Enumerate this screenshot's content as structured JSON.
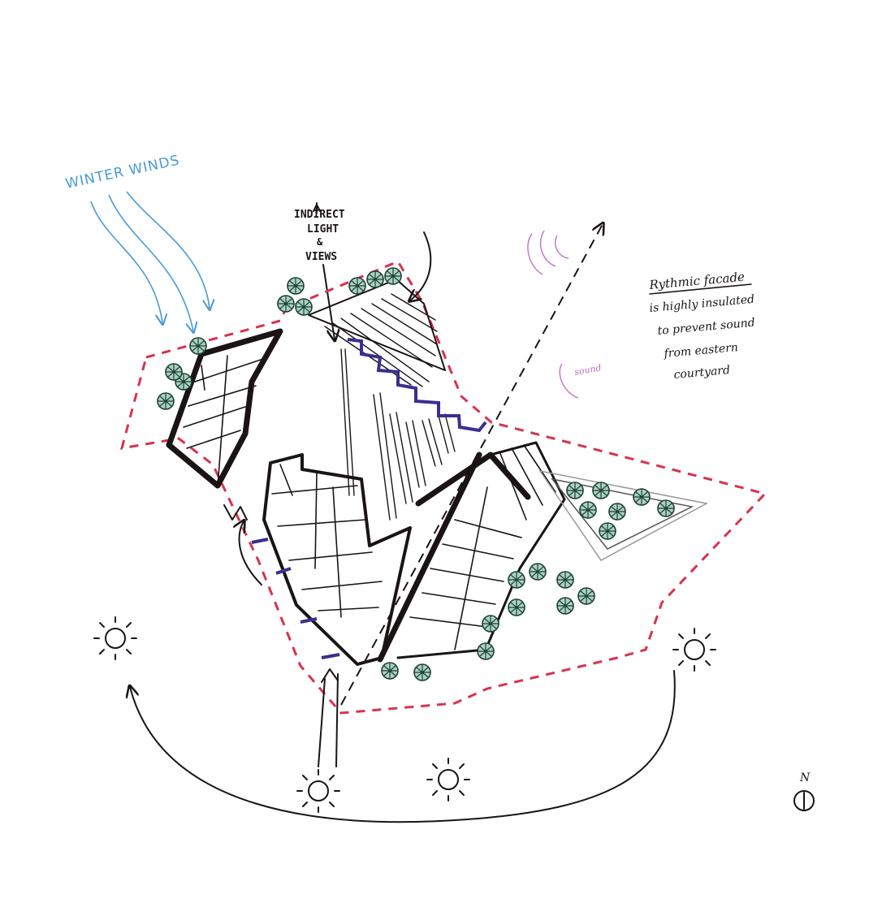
{
  "labels": {
    "winter_winds": "WINTER WINDS",
    "indirect": "INDIRECT",
    "light": "LIGHT",
    "amp": "&",
    "views": "VIEWS",
    "rythmic": "Rythmic facade",
    "note_line1": "is highly insulated",
    "note_line2": "to prevent sound",
    "note_line3": "from eastern",
    "note_line4": "courtyard",
    "sound": "sound",
    "north": "N"
  },
  "colors": {
    "ink": "#1a1414",
    "boundary": "#d8324e",
    "wind": "#4a9ad6",
    "sound": "#c070c8",
    "stair": "#3a2f8f",
    "tree": "#2f6e5c",
    "tree_fill": "#a9d3c0"
  },
  "icons": [
    "sun-icon",
    "north-arrow-icon",
    "tree-icon",
    "wind-arrow-icon",
    "sound-wave-icon"
  ]
}
